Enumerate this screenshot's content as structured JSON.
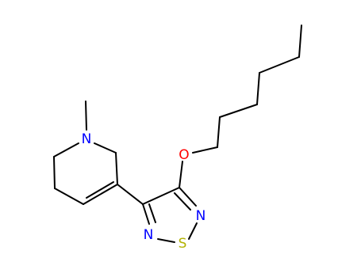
{
  "molecule": {
    "atom_labels": {
      "nitrogen_amine": "N",
      "oxygen": "O",
      "nitrogen_ring_right": "N",
      "nitrogen_ring_left": "N",
      "sulfur": "S"
    },
    "colors": {
      "bond": "#000000",
      "nitrogen": "#0000ff",
      "oxygen": "#ff0000",
      "sulfur": "#b2b200"
    }
  }
}
